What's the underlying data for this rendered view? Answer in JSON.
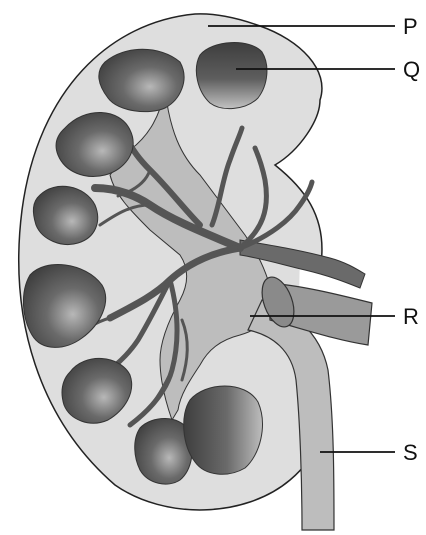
{
  "diagram": {
    "labels": [
      {
        "id": "P",
        "text": "P"
      },
      {
        "id": "Q",
        "text": "Q"
      },
      {
        "id": "R",
        "text": "R"
      },
      {
        "id": "S",
        "text": "S"
      }
    ],
    "colors": {
      "cortex": "#dedede",
      "medulla_pyramid": "#4a4a4a",
      "pelvis": "#bdbdbd",
      "vessel": "#6a6a6a",
      "outline": "#222222",
      "leader_line": "#111111"
    }
  }
}
